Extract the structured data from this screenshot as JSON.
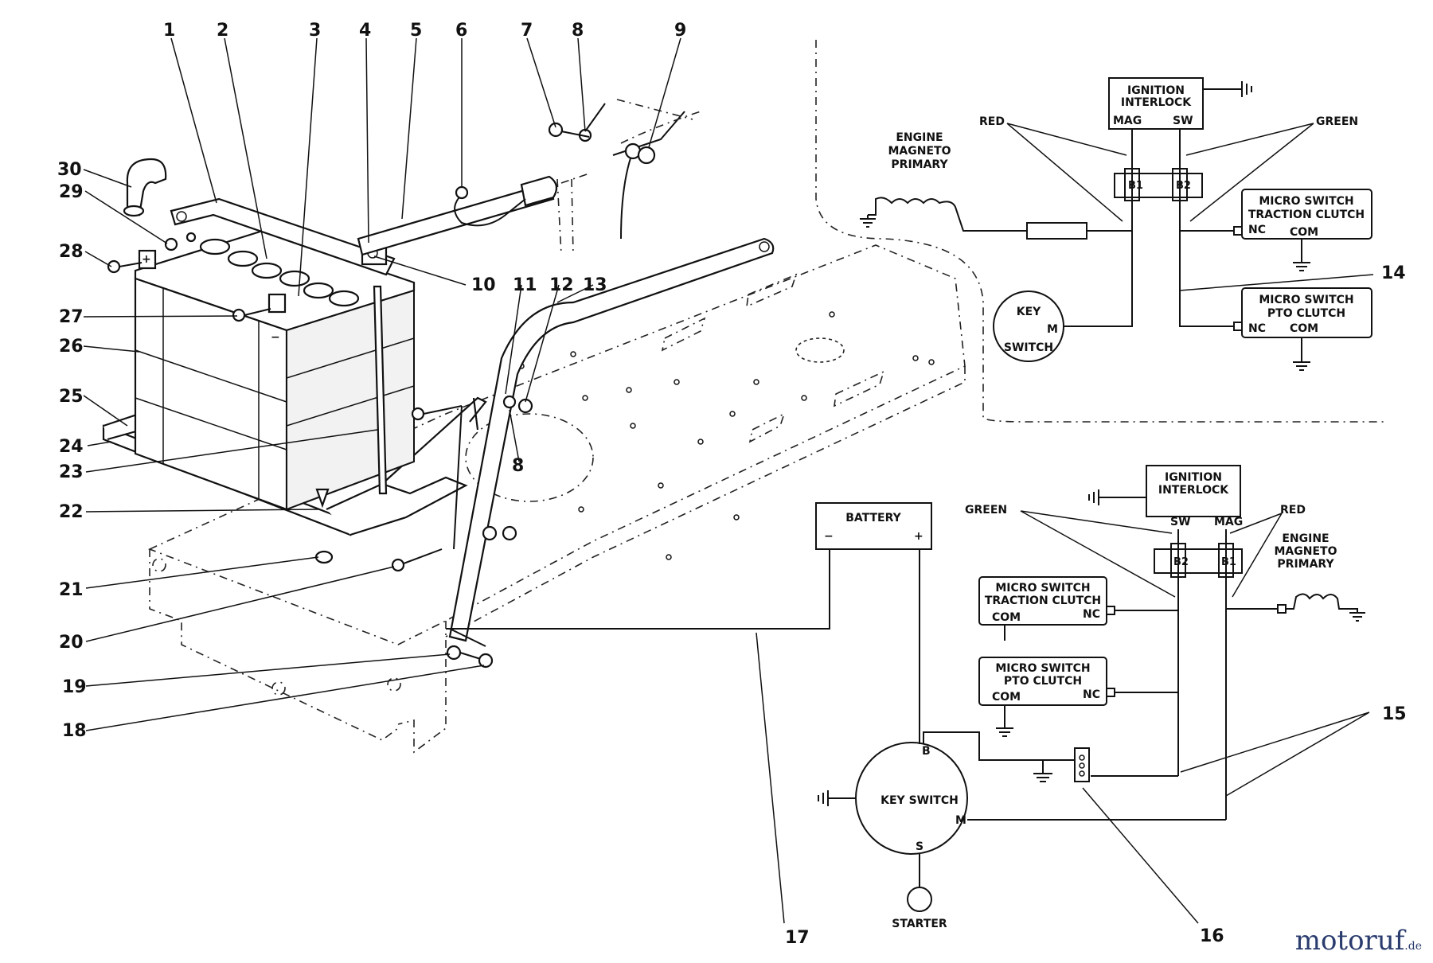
{
  "callouts": {
    "n1": "1",
    "n2": "2",
    "n3": "3",
    "n4": "4",
    "n5": "5",
    "n6": "6",
    "n7": "7",
    "n8": "8",
    "n9": "9",
    "n10": "10",
    "n11": "11",
    "n12": "12",
    "n13": "13",
    "n14": "14",
    "n15": "15",
    "n16": "16",
    "n17": "17",
    "n18": "18",
    "n19": "19",
    "n20": "20",
    "n21": "21",
    "n22": "22",
    "n23": "23",
    "n24": "24",
    "n25": "25",
    "n26": "26",
    "n27": "27",
    "n28": "28",
    "n29": "29",
    "n30": "30",
    "n8b": "8"
  },
  "battery_terminals": {
    "plus": "+",
    "minus": "−"
  },
  "schematic_top": {
    "interlock_line1": "IGNITION",
    "interlock_line2": "INTERLOCK",
    "mag": "MAG",
    "sw": "SW",
    "red": "RED",
    "green": "GREEN",
    "engine1": "ENGINE",
    "engine2": "MAGNETO",
    "engine3": "PRIMARY",
    "b1": "B1",
    "b2": "B2",
    "ms_traction_1": "MICRO SWITCH",
    "ms_traction_2": "TRACTION CLUTCH",
    "ms_pto_1": "MICRO SWITCH",
    "ms_pto_2": "PTO CLUTCH",
    "nc": "NC",
    "com": "COM",
    "key": "KEY",
    "switch": "SWITCH",
    "m": "M"
  },
  "schematic_bottom": {
    "interlock_line1": "IGNITION",
    "interlock_line2": "INTERLOCK",
    "sw": "SW",
    "mag": "MAG",
    "green": "GREEN",
    "red": "RED",
    "engine1": "ENGINE",
    "engine2": "MAGNETO",
    "engine3": "PRIMARY",
    "b1": "B1",
    "b2": "B2",
    "ms_traction_1": "MICRO SWITCH",
    "ms_traction_2": "TRACTION CLUTCH",
    "ms_pto_1": "MICRO SWITCH",
    "ms_pto_2": "PTO CLUTCH",
    "nc": "NC",
    "com": "COM",
    "battery": "BATTERY",
    "bat_minus": "−",
    "bat_plus": "+",
    "key_switch": "KEY SWITCH",
    "b": "B",
    "m": "M",
    "s": "S",
    "starter": "STARTER"
  },
  "watermark": {
    "brand": "motoruf",
    "tld": ".de"
  }
}
